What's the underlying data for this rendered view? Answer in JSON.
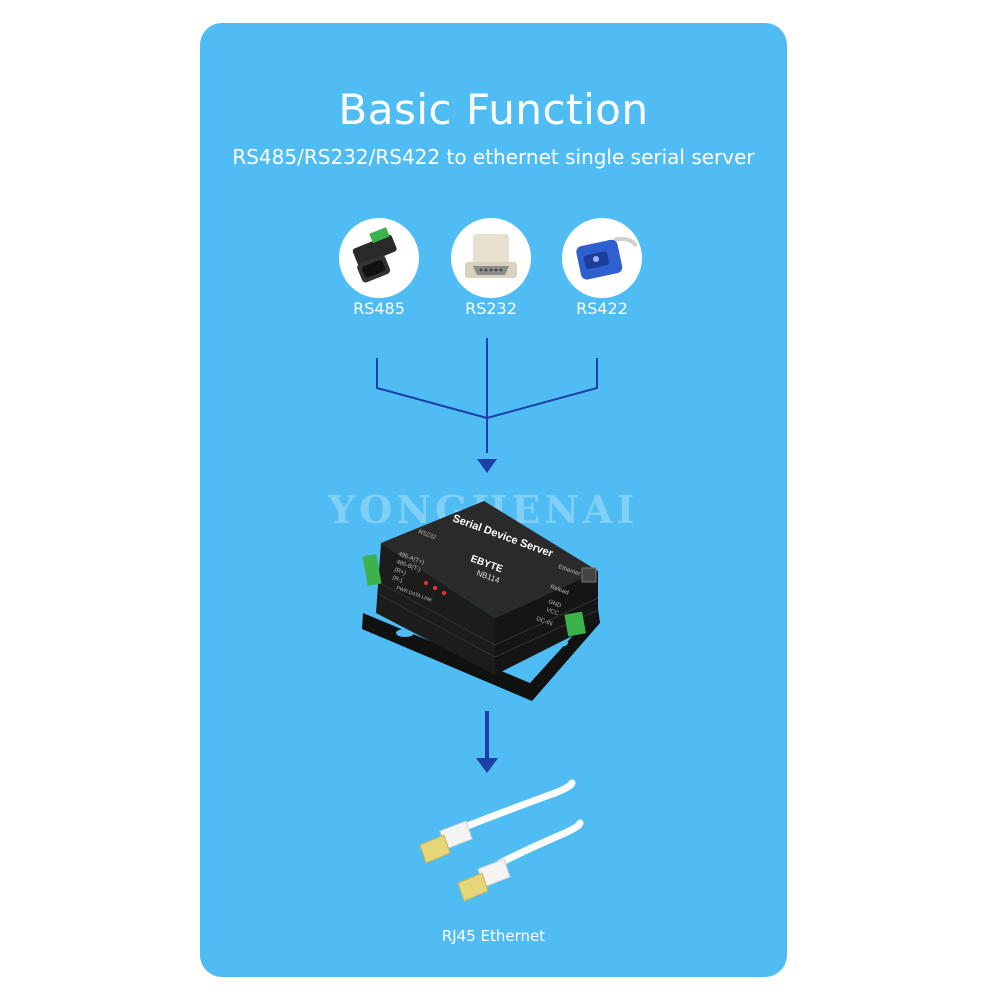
{
  "title": "Basic Function",
  "subtitle": "RS485/RS232/RS422 to ethernet single serial server",
  "connectors": [
    {
      "label": "RS485",
      "icon": "rs485-adapter-icon"
    },
    {
      "label": "RS232",
      "icon": "rs232-connector-icon"
    },
    {
      "label": "RS422",
      "icon": "rs422-usb-adapter-icon"
    }
  ],
  "watermark": "YONGHENAI",
  "device": {
    "name": "Serial Device Server",
    "brand": "EBYTE",
    "model": "NB114",
    "labels": {
      "rs232": "RS232",
      "ethernet": "Ethernet",
      "reload": "Reload",
      "gnd": "GND",
      "vcc": "VCC",
      "dcin": "DC-IN",
      "port_a": "485-A(T+)",
      "port_b": "485-B(T-)",
      "rx": "(R+)",
      "rxm": "(R-)",
      "leds": "PWR DATA LINK"
    }
  },
  "ethernet_label": "RJ45 Ethernet",
  "colors": {
    "background": "#4fbdf4",
    "arrow": "#1d3fa6",
    "device": "#1f1f1f",
    "terminal": "#3bb34a"
  }
}
